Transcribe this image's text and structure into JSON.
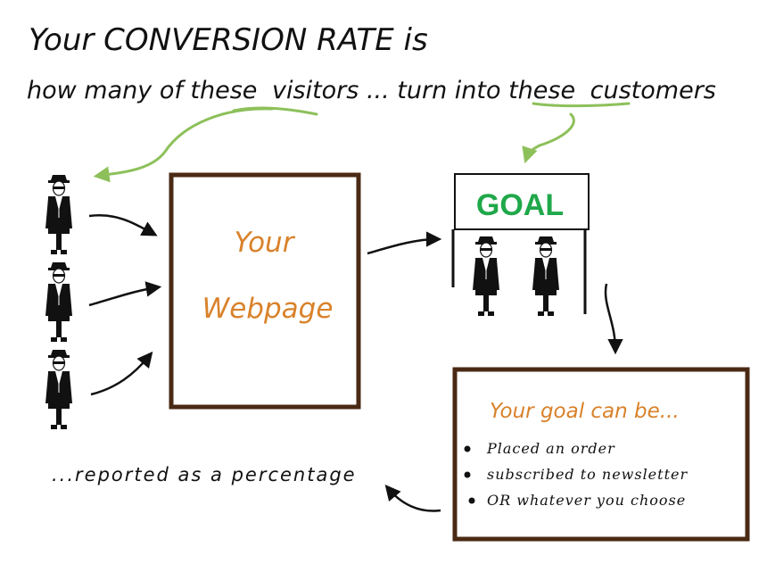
{
  "colors": {
    "ink": "#111111",
    "green": "#8dc05a",
    "goal_green": "#20a84a",
    "orange": "#d9822b",
    "brown": "#4a2a14"
  },
  "headline": {
    "line1": "Your CONVERSION RATE is",
    "line2_part1": "how many of these",
    "line2_visitors": "visitors",
    "line2_part2": "... turn into these",
    "line2_customers": "customers"
  },
  "webpage": {
    "line1": "Your",
    "line2": "Webpage"
  },
  "goal": {
    "sign": "GOAL"
  },
  "goal_box": {
    "title": "Your goal can be...",
    "items": [
      "Placed an order",
      "subscribed to newsletter",
      "OR whatever you choose"
    ]
  },
  "reported": "...reported as a percentage"
}
